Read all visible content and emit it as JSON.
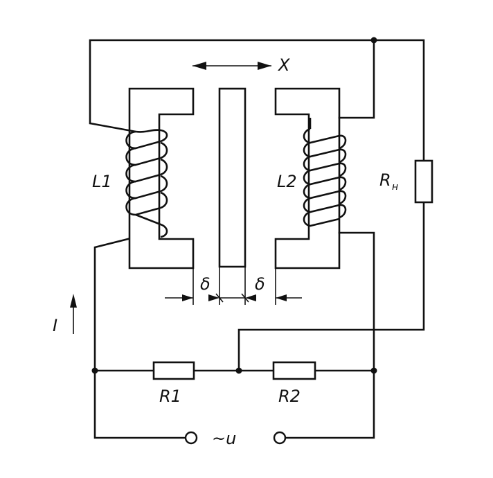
{
  "labels": {
    "x": "X",
    "l1": "L1",
    "l2": "L2",
    "rh_main": "R",
    "rh_sub": "н",
    "delta_left": "δ",
    "delta_right": "δ",
    "current": "I",
    "r1": "R1",
    "r2": "R2",
    "source": "~u"
  }
}
